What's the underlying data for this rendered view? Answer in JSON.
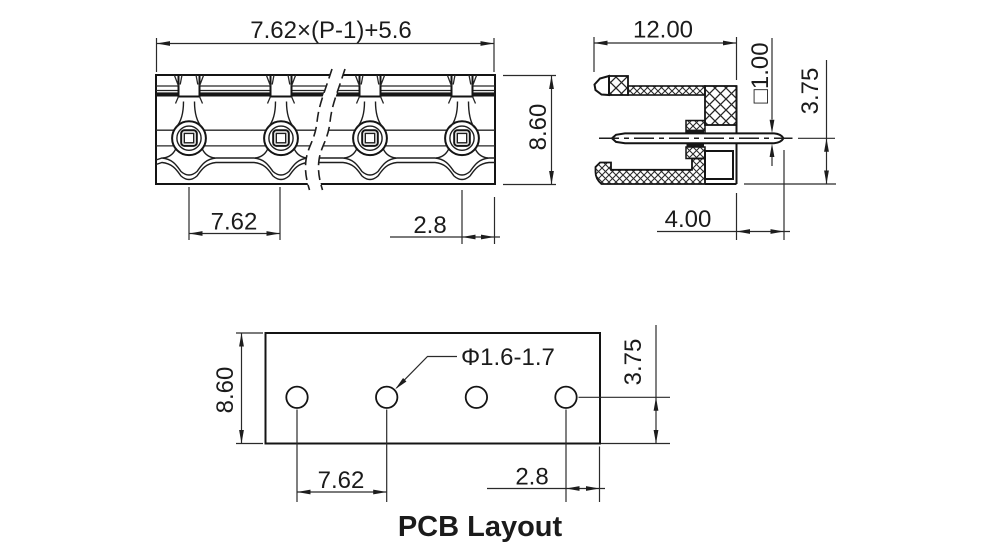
{
  "page": {
    "background": "#ffffff",
    "line_color": "#1a1a1a",
    "drawing_type": "pin-header-dimension-drawing"
  },
  "front_view": {
    "dim_total_width": "7.62×(P-1)+5.6",
    "dim_height": "8.60",
    "dim_pitch": "7.62",
    "dim_end_offset": "2.8",
    "pin_count": 4
  },
  "side_view": {
    "dim_depth": "12.00",
    "dim_pin_square": "□1.00",
    "dim_pin_to_bottom": "3.75",
    "dim_pin_protrusion": "4.00"
  },
  "pcb_layout": {
    "title": "PCB Layout",
    "dim_height": "8.60",
    "dim_hole_diameter": "Φ1.6-1.7",
    "dim_hole_to_edge": "3.75",
    "dim_pitch": "7.62",
    "dim_end_offset": "2.8",
    "hole_count": 4
  }
}
